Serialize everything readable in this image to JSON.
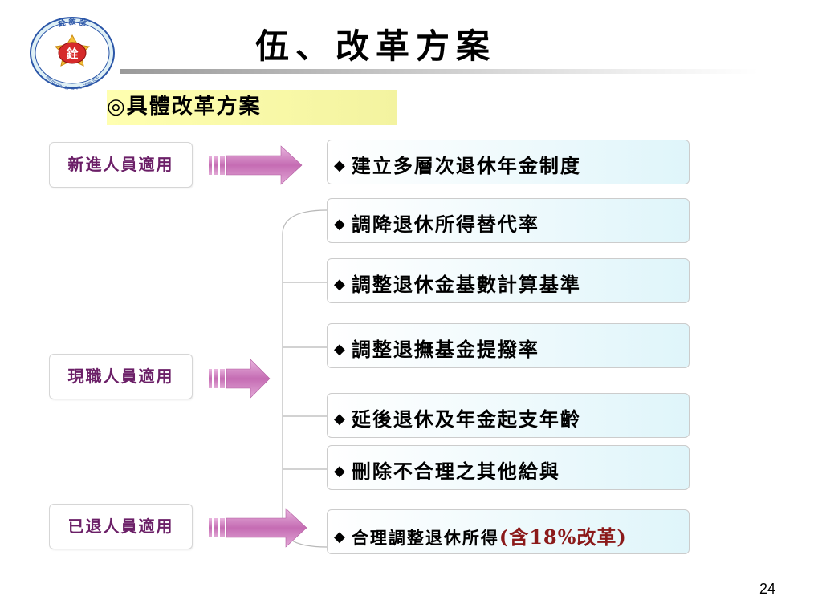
{
  "slide": {
    "title": "伍、改革方案",
    "subtitle": "◎具體改革方案",
    "page_number": "24"
  },
  "logo": {
    "top_text": "銓 敘 部",
    "center_text": "銓",
    "bottom_text": "MINISTRY OF CIVIL SERVICE"
  },
  "groups": [
    {
      "label": "新進人員適用"
    },
    {
      "label": "現職人員適用"
    },
    {
      "label": "已退人員適用"
    }
  ],
  "items": [
    {
      "bullet": "◆",
      "text": "建立多層次退休年金制度"
    },
    {
      "bullet": "◆",
      "text": "調降退休所得替代率"
    },
    {
      "bullet": "◆",
      "text": "調整退休金基數計算基準"
    },
    {
      "bullet": "◆",
      "text": "調整退撫基金提撥率"
    },
    {
      "bullet": "◆",
      "text": "延後退休及年金起支年齡"
    },
    {
      "bullet": "◆",
      "text": "刪除不合理之其他給與"
    },
    {
      "bullet": "◆",
      "text": "合理調整退休所得",
      "highlight": "(含18%改革)"
    }
  ],
  "colors": {
    "group_label": "#6b1f67",
    "arrow_fill": "#c56cb3",
    "highlight": "#8b1a1a",
    "subtitle_bg": "#ffffb0"
  }
}
